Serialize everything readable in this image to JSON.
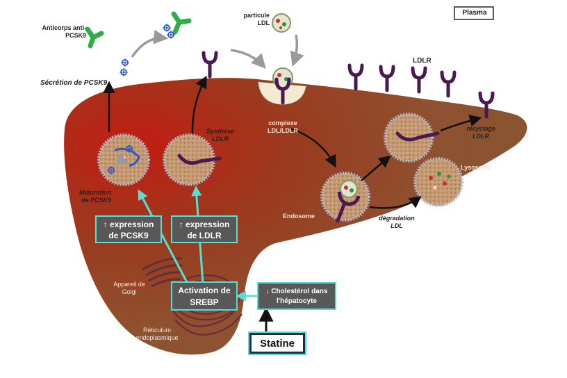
{
  "title": "",
  "colors": {
    "liver_dark": "#8b1a12",
    "liver_mid": "#9a4a24",
    "liver_light": "#8c5630",
    "cyan": "#55e0d6",
    "box_fill": "#585858",
    "receptor": "#4a1a4e",
    "antibody": "#2fae48",
    "pcsk9": "#2f57c9",
    "arrow": "#111111",
    "grey_arrow": "#9a9a9a"
  },
  "labels": {
    "plasma": "Plasma",
    "anticorps": [
      "Anticorps anti-",
      "PCSK9"
    ],
    "particule": [
      "particule",
      "LDL"
    ],
    "secretion": "Sécrétion de PCSK9",
    "ldlr": "LDLR",
    "synthese": [
      "Synthèse",
      "LDLR"
    ],
    "complexe": [
      "complexe",
      "LDL/LDLR"
    ],
    "recyclage": [
      "recyclage",
      "LDLR"
    ],
    "lysosome": "Lysosome",
    "endosome": "Endosome",
    "degradation": [
      "dégradation",
      "LDL"
    ],
    "maturation": [
      "Maturation",
      "de PCSK9"
    ],
    "appareil": [
      "Appareil de",
      "Golgi"
    ],
    "reticulum": [
      "Réticulum",
      "endoplasmique"
    ]
  },
  "boxes": {
    "expr_pcsk9": [
      "↑ expression",
      "de PCSK9"
    ],
    "expr_ldlr": [
      "↑ expression",
      "de LDLR"
    ],
    "srebp": [
      "Activation de",
      "SREBP"
    ],
    "cholesterol": [
      "↓ Cholestérol dans",
      "l'hépatocyte"
    ],
    "statine": "Statine"
  },
  "icons": [
    "antibody-icon",
    "pcsk9-molecule-icon",
    "ldl-particle-icon",
    "ldl-receptor-icon",
    "vesicle-icon",
    "golgi-icon",
    "reticulum-icon"
  ]
}
